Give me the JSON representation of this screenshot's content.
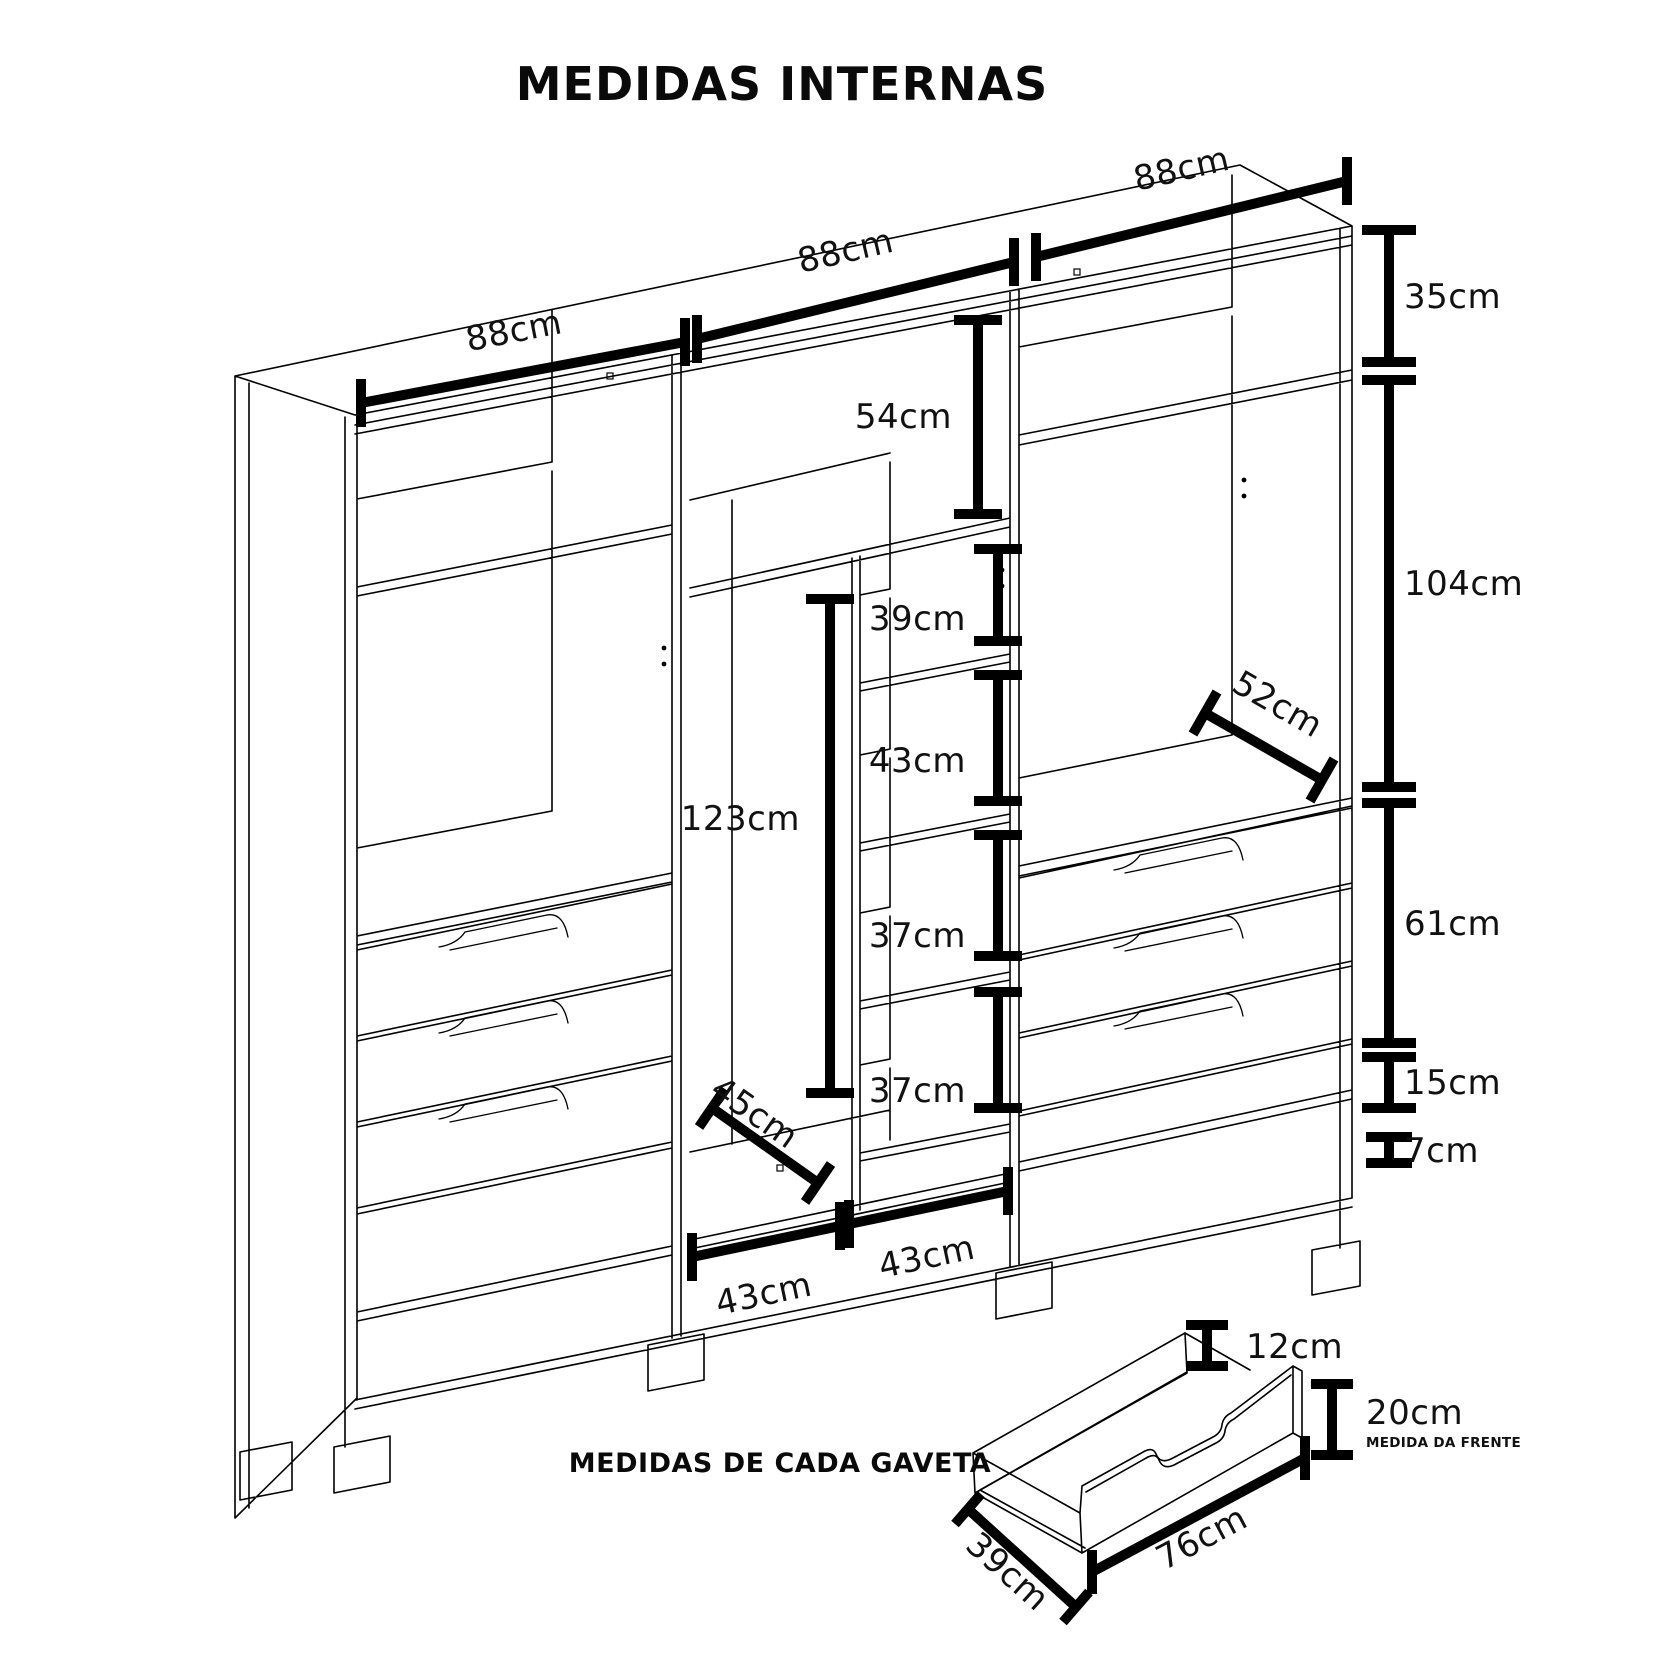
{
  "page": {
    "background_color": "#ffffff",
    "line_color": "#000000",
    "text_color": "#111111"
  },
  "title": "MEDIDAS INTERNAS",
  "wardrobe": {
    "top_widths": [
      "88cm",
      "88cm",
      "88cm"
    ],
    "right_heights": {
      "top_shelf_space": "35cm",
      "hanging_space": "104cm",
      "drawer_stack": "61cm",
      "below_drawers": "15cm",
      "feet": "7cm"
    },
    "interior": {
      "middle_top_space": "54cm",
      "mini_shelf_spaces": [
        "39cm",
        "43cm",
        "37cm",
        "37cm"
      ],
      "left_column_height": "123cm",
      "right_shelf_depth": "52cm",
      "middle_floor_depth": "45cm",
      "bottom_widths": [
        "43cm",
        "43cm"
      ]
    }
  },
  "drawer": {
    "caption": "MEDIDAS DE CADA GAVETA",
    "back_height": "12cm",
    "front_height": "20cm",
    "front_note": "MEDIDA DA FRENTE",
    "width": "76cm",
    "depth": "39cm"
  }
}
